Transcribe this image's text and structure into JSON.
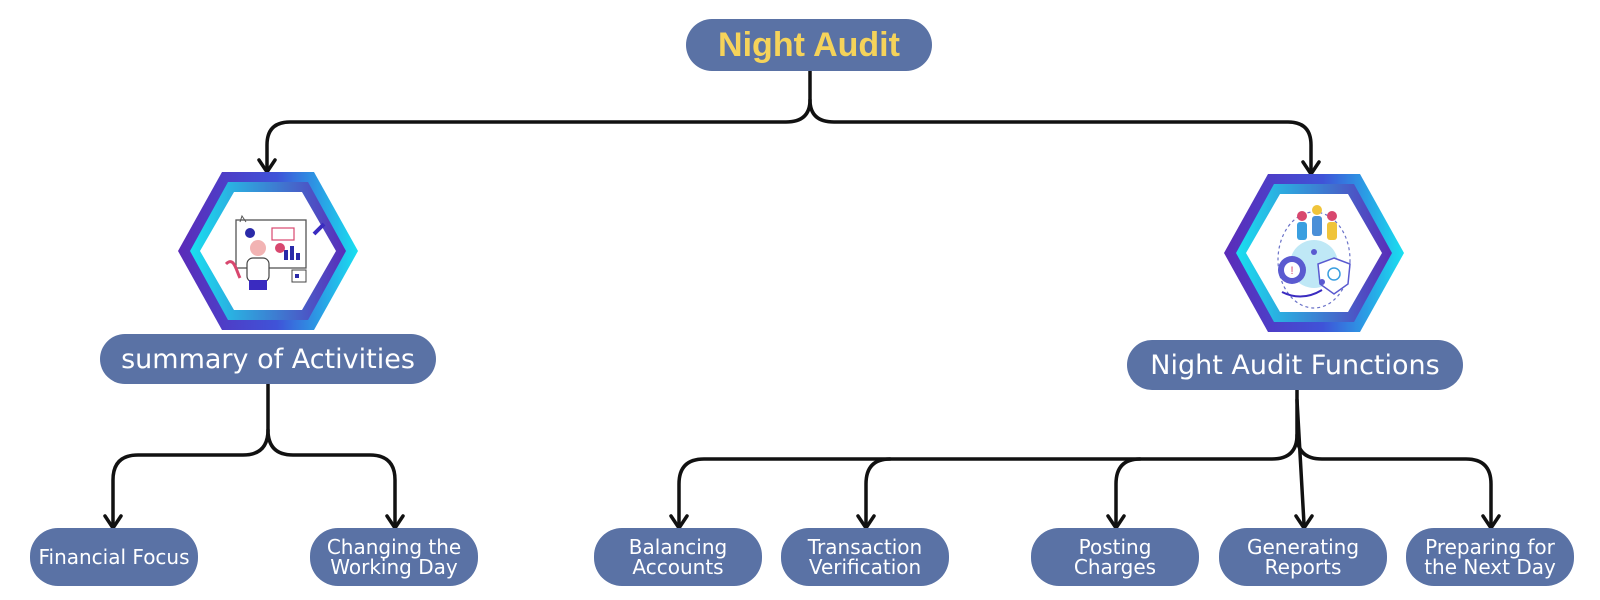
{
  "colors": {
    "node_fill": "#5a72a5",
    "root_text": "#f5d35a",
    "node_text": "#ffffff",
    "connector": "#111111",
    "hex_outer_violet": "#5b2bb8",
    "hex_outer_cyan": "#19e0f0"
  },
  "root": {
    "label": "Night Audit"
  },
  "branches": [
    {
      "label": "summary of Activities",
      "icon": "presentation-dashboard-icon",
      "children": [
        {
          "label": "Financial Focus"
        },
        {
          "label": "Changing the Working Day"
        }
      ]
    },
    {
      "label": "Night Audit Functions",
      "icon": "team-security-settings-icon",
      "children": [
        {
          "label": "Balancing Accounts"
        },
        {
          "label": "Transaction Verification"
        },
        {
          "label": "Posting Charges"
        },
        {
          "label": "Generating Reports"
        },
        {
          "label": "Preparing for the Next Day"
        }
      ]
    }
  ]
}
